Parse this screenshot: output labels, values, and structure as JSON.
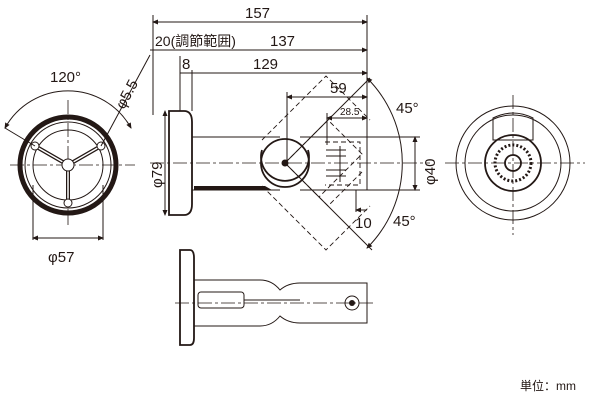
{
  "dimensions": {
    "overall_length": "157",
    "adjust_range": "20(調節範囲)",
    "length_137": "137",
    "flange_thickness": "8",
    "length_129": "129",
    "length_59": "59",
    "length_28_5": "28.5",
    "angle_up": "45°",
    "angle_down": "45°",
    "tube_diameter": "φ40",
    "offset_10": "10",
    "flange_diameter": "φ79",
    "hole_angle": "120°",
    "hole_diameter": "φ5.5",
    "pcd": "φ57"
  },
  "unit_label": "単位：mm"
}
